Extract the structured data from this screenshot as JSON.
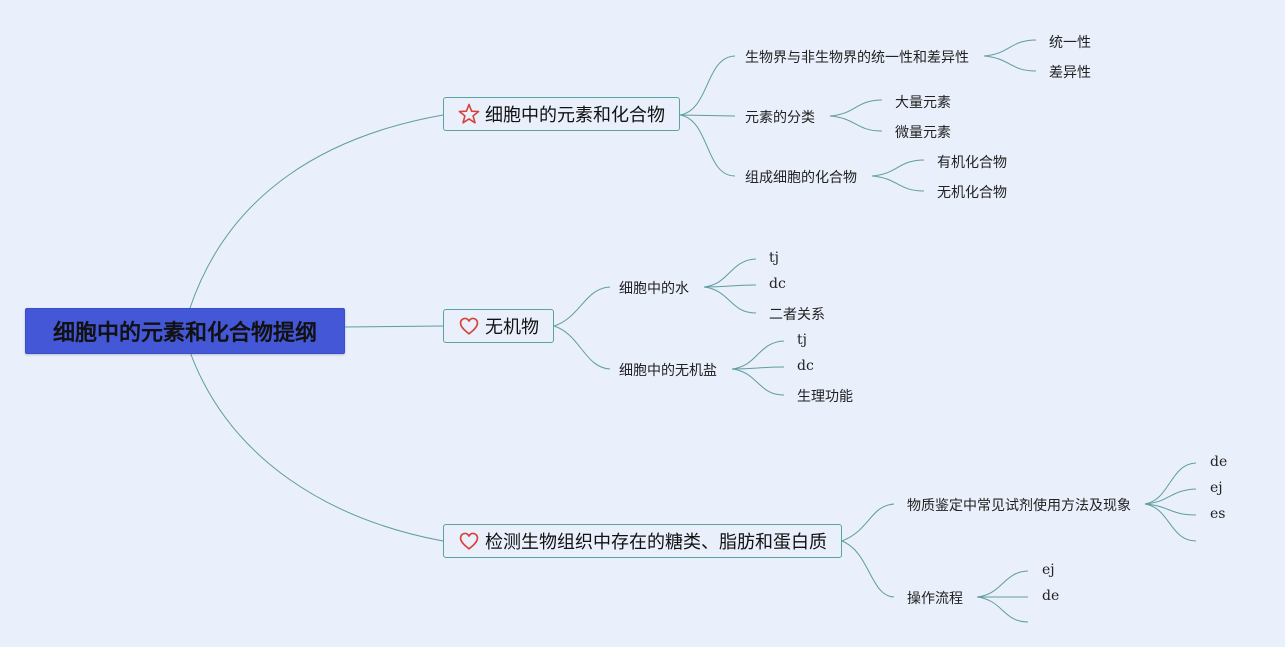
{
  "root": {
    "label": "细胞中的元素和化合物提纲"
  },
  "topics": [
    {
      "label": "细胞中的元素和化合物",
      "icon": "star-icon",
      "children": [
        {
          "label": "生物界与非生物界的统一性和差异性",
          "children": [
            "统一性",
            "差异性"
          ]
        },
        {
          "label": "元素的分类",
          "children": [
            "大量元素",
            "微量元素"
          ]
        },
        {
          "label": "组成细胞的化合物",
          "children": [
            "有机化合物",
            "无机化合物"
          ]
        }
      ]
    },
    {
      "label": "无机物",
      "icon": "heart-icon",
      "children": [
        {
          "label": "细胞中的水",
          "children": [
            "tj",
            "dc",
            "二者关系"
          ]
        },
        {
          "label": "细胞中的无机盐",
          "children": [
            "tj",
            "dc",
            "生理功能"
          ]
        }
      ]
    },
    {
      "label": "检测生物组织中存在的糖类、脂肪和蛋白质",
      "icon": "heart-icon",
      "children": [
        {
          "label": "物质鉴定中常见试剂使用方法及现象",
          "children": [
            "de",
            "ej",
            "es",
            ""
          ]
        },
        {
          "label": "操作流程",
          "children": [
            "ej",
            "de",
            ""
          ]
        }
      ]
    }
  ],
  "colors": {
    "background": "#e9effb",
    "root_fill": "#4457d6",
    "topic_border": "#5aa3a3",
    "line": "#5e9e9e",
    "icon": "#d9423a"
  }
}
